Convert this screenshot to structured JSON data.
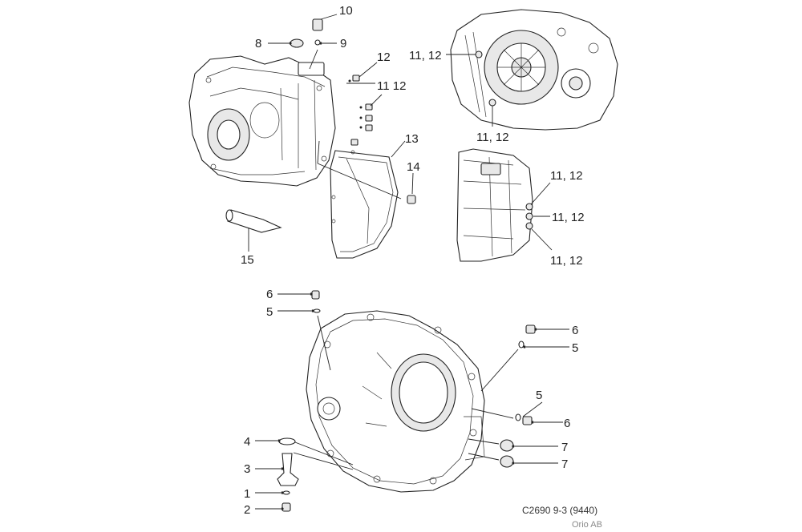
{
  "callouts": {
    "c10": "10",
    "c8": "8",
    "c9": "9",
    "c12a": "12",
    "c11_12a": "11 12",
    "c13": "13",
    "c14": "14",
    "c15": "15",
    "c11_12_tr1": "11, 12",
    "c11_12_tr2": "11, 12",
    "c11_12_mr1": "11, 12",
    "c11_12_mr2": "11, 12",
    "c11_12_mr3": "11, 12",
    "c6a": "6",
    "c5a": "5",
    "c6b": "6",
    "c5b": "5",
    "c5c": "5",
    "c6c": "6",
    "c7a": "7",
    "c7b": "7",
    "c4": "4",
    "c3": "3",
    "c1": "1",
    "c2": "2"
  },
  "caption": {
    "code": "C2690 9-3 (9440)",
    "company": "Orio AB"
  }
}
